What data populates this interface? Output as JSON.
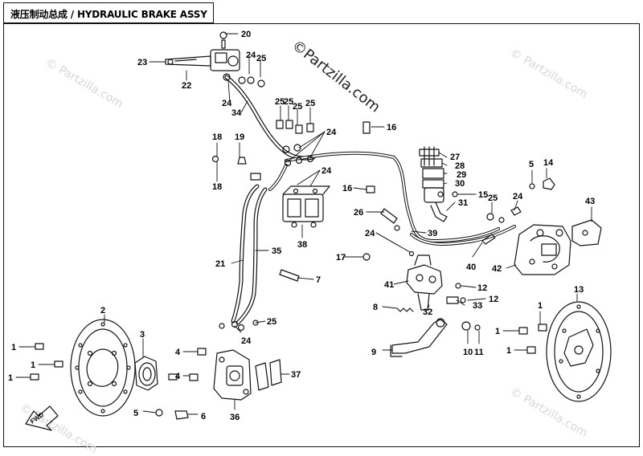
{
  "diagram": {
    "title": "液压制动总成 / HYDRAULIC BRAKE ASSY",
    "watermarks": {
      "main": "©Partzilla.com",
      "faint": "© Partzilla.com"
    },
    "fwd_label": "FWD",
    "callouts": {
      "c20": "20",
      "c23": "23",
      "c22": "22",
      "c24a": "24",
      "c25a": "25",
      "c24b": "24",
      "c34": "34",
      "c25b": "25",
      "c25c": "25",
      "c25d": "25",
      "c25e": "25",
      "c24c": "24",
      "c16a": "16",
      "c18a": "18",
      "c19": "19",
      "c18b": "18",
      "c24d": "24",
      "c38": "38",
      "c27": "27",
      "c28": "28",
      "c29": "29",
      "c30": "30",
      "c31": "31",
      "c16b": "16",
      "c15": "15",
      "c5a": "5",
      "c14": "14",
      "c25f": "25",
      "c24e": "24",
      "c43": "43",
      "c26": "26",
      "c39": "39",
      "c24f": "24",
      "c17": "17",
      "c40": "40",
      "c42": "42",
      "c35": "35",
      "c21": "21",
      "c7": "7",
      "c41": "41",
      "c12a": "12",
      "c12b": "12",
      "c33": "33",
      "c13": "13",
      "c8": "8",
      "c32": "32",
      "c1a": "1",
      "c1b": "1",
      "c1c": "1",
      "c25g": "25",
      "c24g": "24",
      "c2": "2",
      "c3": "3",
      "c1d": "1",
      "c1e": "1",
      "c1f": "1",
      "c4a": "4",
      "c4b": "4",
      "c37": "37",
      "c10": "10",
      "c11": "11",
      "c9": "9",
      "c5b": "5",
      "c6": "6",
      "c36": "36"
    }
  },
  "colors": {
    "line": "#111111",
    "watermark": "#d6d6d6"
  }
}
